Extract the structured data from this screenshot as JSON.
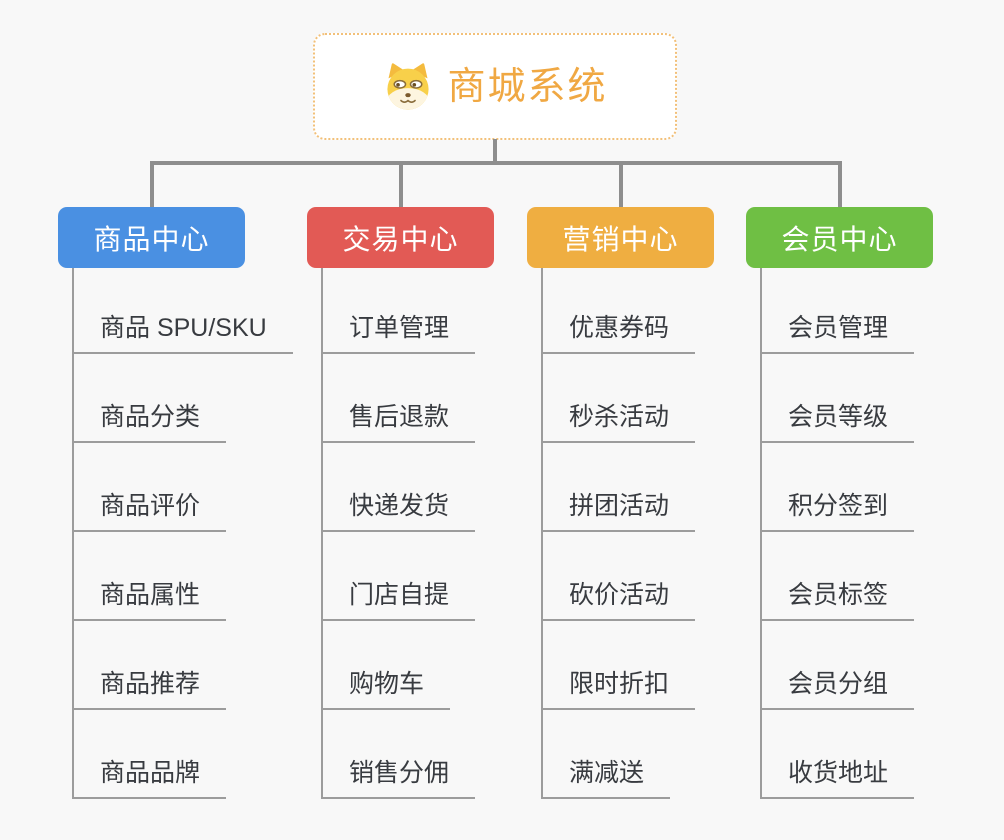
{
  "canvas": {
    "background": "#f8f8f8",
    "connector_color": "#8e8e8e",
    "leaf_line_color": "#9c9c9c"
  },
  "root": {
    "title": "商城系统",
    "icon": "doge-icon",
    "text_color": "#f0a843",
    "border_color": "#f2c079"
  },
  "branches": [
    {
      "label": "商品中心",
      "color": "#4a90e2",
      "items": [
        "商品 SPU/SKU",
        "商品分类",
        "商品评价",
        "商品属性",
        "商品推荐",
        "商品品牌"
      ]
    },
    {
      "label": "交易中心",
      "color": "#e25a55",
      "items": [
        "订单管理",
        "售后退款",
        "快递发货",
        "门店自提",
        "购物车",
        "销售分佣"
      ]
    },
    {
      "label": "营销中心",
      "color": "#efae41",
      "items": [
        "优惠券码",
        "秒杀活动",
        "拼团活动",
        "砍价活动",
        "限时折扣",
        "满减送"
      ]
    },
    {
      "label": "会员中心",
      "color": "#6fbf44",
      "items": [
        "会员管理",
        "会员等级",
        "积分签到",
        "会员标签",
        "会员分组",
        "收货地址"
      ]
    }
  ]
}
